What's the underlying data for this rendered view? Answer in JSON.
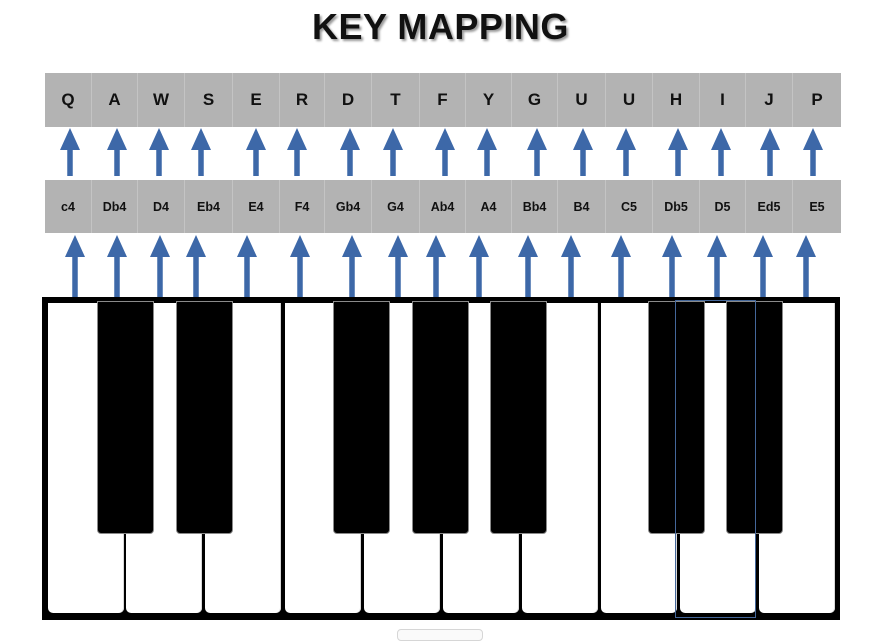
{
  "title": "KEY MAPPING",
  "computer_keys": [
    "Q",
    "A",
    "W",
    "S",
    "E",
    "R",
    "D",
    "T",
    "F",
    "Y",
    "G",
    "U",
    "U",
    "H",
    "I",
    "J",
    "P"
  ],
  "note_labels": [
    "c4",
    "Db4",
    "D4",
    "Eb4",
    "E4",
    "F4",
    "Gb4",
    "G4",
    "Ab4",
    "A4",
    "Bb4",
    "B4",
    "C5",
    "Db5",
    "D5",
    "Ed5",
    "E5"
  ],
  "colors": {
    "arrow": "#3d68a8",
    "band": "#b3b3b3",
    "keyboard_frame": "#000000",
    "highlight_outline": "#44679a"
  },
  "icons": {
    "arrow": "up-arrow-icon"
  }
}
